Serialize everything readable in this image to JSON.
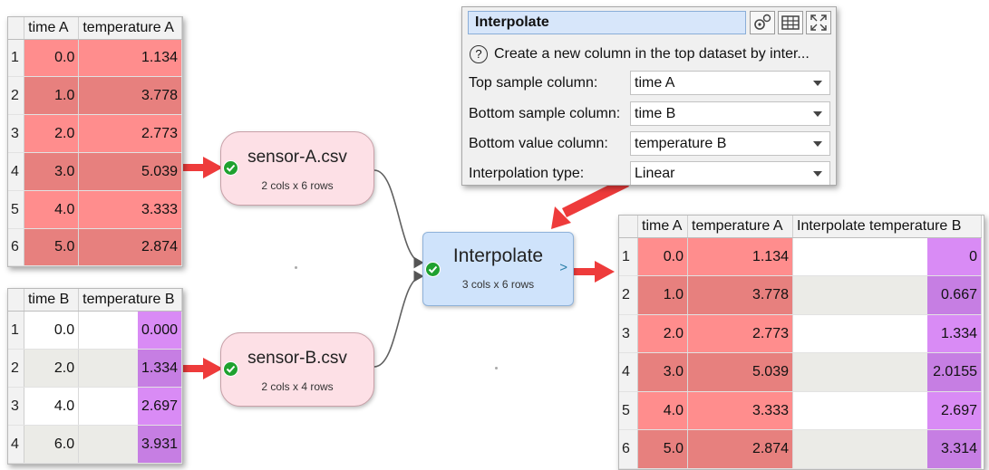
{
  "table_a": {
    "headers": [
      "time A",
      "temperature A"
    ],
    "rows": [
      [
        "1",
        "0.0",
        "1.134"
      ],
      [
        "2",
        "1.0",
        "3.778"
      ],
      [
        "3",
        "2.0",
        "2.773"
      ],
      [
        "4",
        "3.0",
        "5.039"
      ],
      [
        "5",
        "4.0",
        "3.333"
      ],
      [
        "6",
        "5.0",
        "2.874"
      ]
    ]
  },
  "table_b": {
    "headers": [
      "time B",
      "temperature B"
    ],
    "rows": [
      [
        "1",
        "0.0",
        "0.000"
      ],
      [
        "2",
        "2.0",
        "1.334"
      ],
      [
        "3",
        "4.0",
        "2.697"
      ],
      [
        "4",
        "6.0",
        "3.931"
      ]
    ]
  },
  "table_out": {
    "headers": [
      "time A",
      "temperature A",
      "Interpolate temperature B"
    ],
    "rows": [
      [
        "1",
        "0.0",
        "1.134",
        "0"
      ],
      [
        "2",
        "1.0",
        "3.778",
        "0.667"
      ],
      [
        "3",
        "2.0",
        "2.773",
        "1.334"
      ],
      [
        "4",
        "3.0",
        "5.039",
        "2.0155"
      ],
      [
        "5",
        "4.0",
        "3.333",
        "2.697"
      ],
      [
        "6",
        "5.0",
        "2.874",
        "3.314"
      ]
    ]
  },
  "nodes": {
    "sensor_a": {
      "title": "sensor-A.csv",
      "sub": "2 cols x 6 rows"
    },
    "sensor_b": {
      "title": "sensor-B.csv",
      "sub": "2 cols x 4 rows"
    },
    "interpolate": {
      "title": "Interpolate",
      "sub": "3 cols x 6 rows",
      "out_marker": ">"
    }
  },
  "panel": {
    "title": "Interpolate",
    "help_icon": "?",
    "description": "Create a new column in the top dataset by inter...",
    "fields": [
      {
        "label": "Top sample column:",
        "value": "time A"
      },
      {
        "label": "Bottom sample column:",
        "value": "time B"
      },
      {
        "label": "Bottom value column:",
        "value": "temperature B"
      },
      {
        "label": "Interpolation type:",
        "value": "Linear"
      }
    ]
  },
  "icons": [
    "gears-icon",
    "table-view-icon",
    "maximize-icon",
    "help-icon",
    "check-icon",
    "red-arrow-icon"
  ],
  "colors": {
    "table_red": "#ff8d8d",
    "table_red_alt": "#e7807e",
    "table_purple": "#d98bf5",
    "table_purple_alt": "#c67ee3",
    "input_node": "#fde0e6",
    "transform_node": "#cfe3fb",
    "arrow": "#ee3b3b",
    "ok_check": "#1fa12f"
  }
}
